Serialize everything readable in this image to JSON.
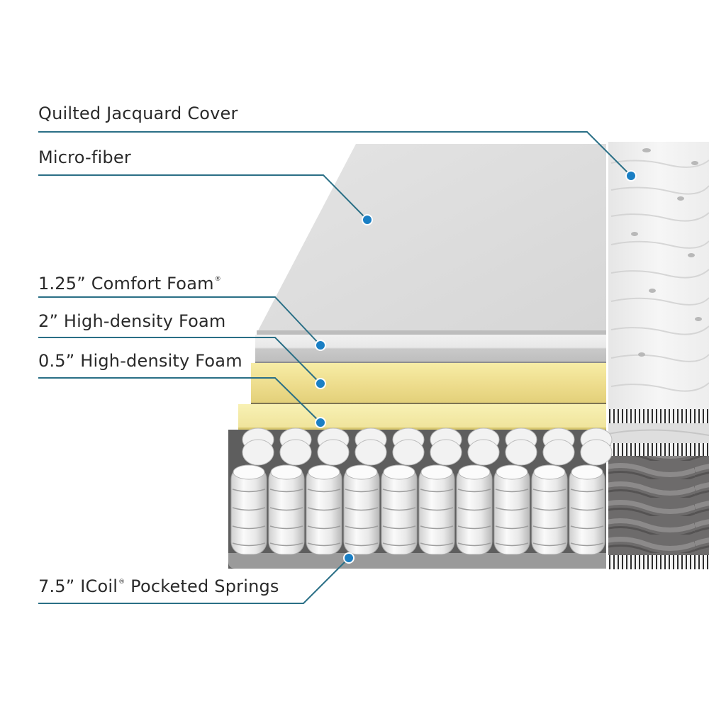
{
  "diagram": {
    "subject": "Mattress layer cutaway",
    "accent_color": "#1a7fc4",
    "leader_color": "#2a6f86",
    "labels": [
      {
        "id": "cover",
        "text": "Quilted Jacquard Cover",
        "mark": ""
      },
      {
        "id": "fiber",
        "text": "Micro-fiber",
        "mark": ""
      },
      {
        "id": "comfort",
        "text": "1.25” Comfort Foam",
        "mark": "®"
      },
      {
        "id": "hd2",
        "text": "2” High-density Foam",
        "mark": ""
      },
      {
        "id": "hd05",
        "text": "0.5” High-density Foam",
        "mark": ""
      },
      {
        "id": "springs_prefix",
        "text": "7.5” ICoil",
        "mark": "®",
        "suffix": " Pocketed Springs"
      }
    ],
    "layers": [
      {
        "name": "Quilted Jacquard Cover",
        "color": "#eeeeee"
      },
      {
        "name": "Micro-fiber",
        "color": "#dcdcdc"
      },
      {
        "name": "1.25” Comfort Foam",
        "color": "#c8c8c8"
      },
      {
        "name": "2” High-density Foam",
        "color": "#efe39a"
      },
      {
        "name": "0.5” High-density Foam",
        "color": "#f4ecaa"
      },
      {
        "name": "7.5” ICoil Pocketed Springs",
        "color": "#e6e6e6"
      }
    ],
    "spring_columns": 10,
    "spring_rows": 3
  }
}
